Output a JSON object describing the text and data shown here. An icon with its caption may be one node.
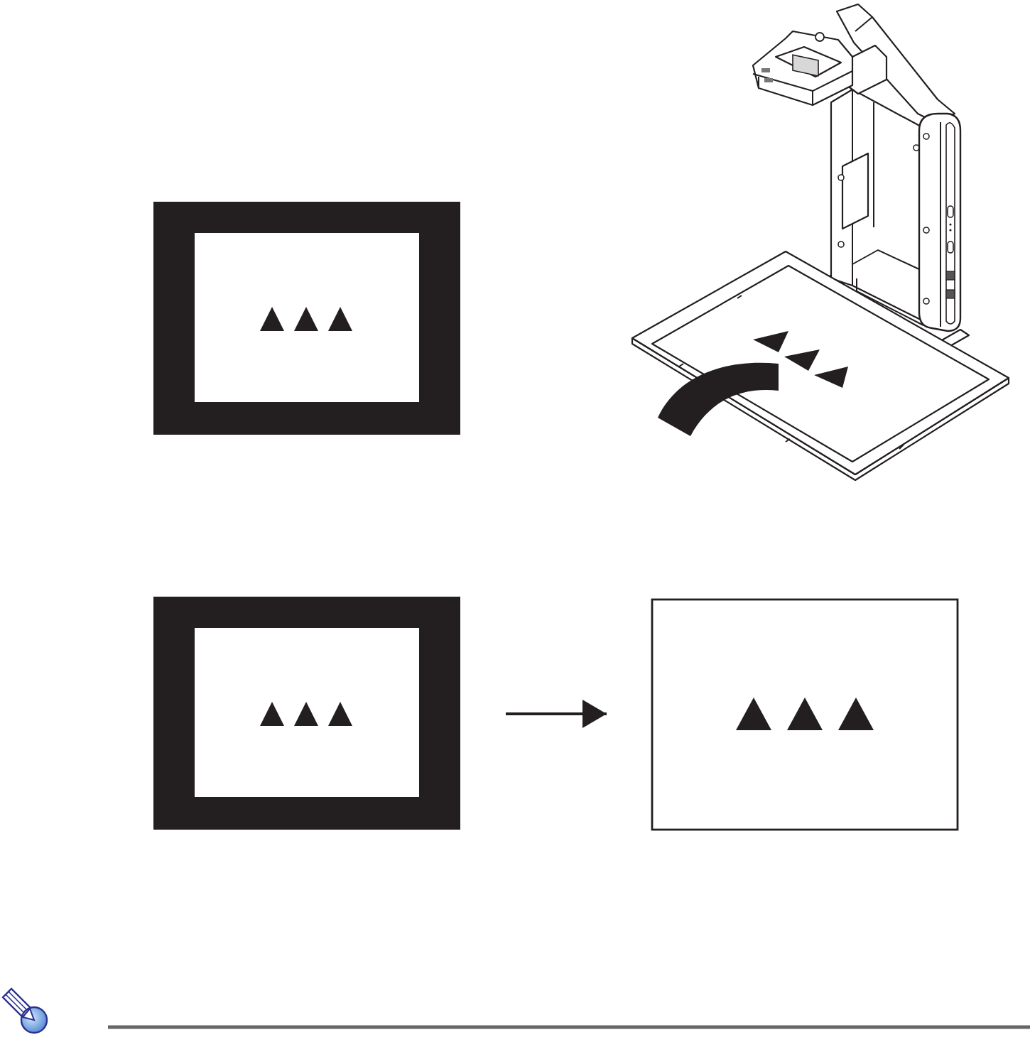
{
  "diagram": {
    "nodes": [
      {
        "text": [],
        "shape": "picture"
      },
      {
        "text": [],
        "shape": "picture"
      },
      {
        "text": [],
        "shape": "picture"
      },
      {
        "text": [],
        "shape": "picture"
      }
    ],
    "edges": [
      {
        "from": 2,
        "to": 3,
        "arrow": "to"
      }
    ]
  }
}
